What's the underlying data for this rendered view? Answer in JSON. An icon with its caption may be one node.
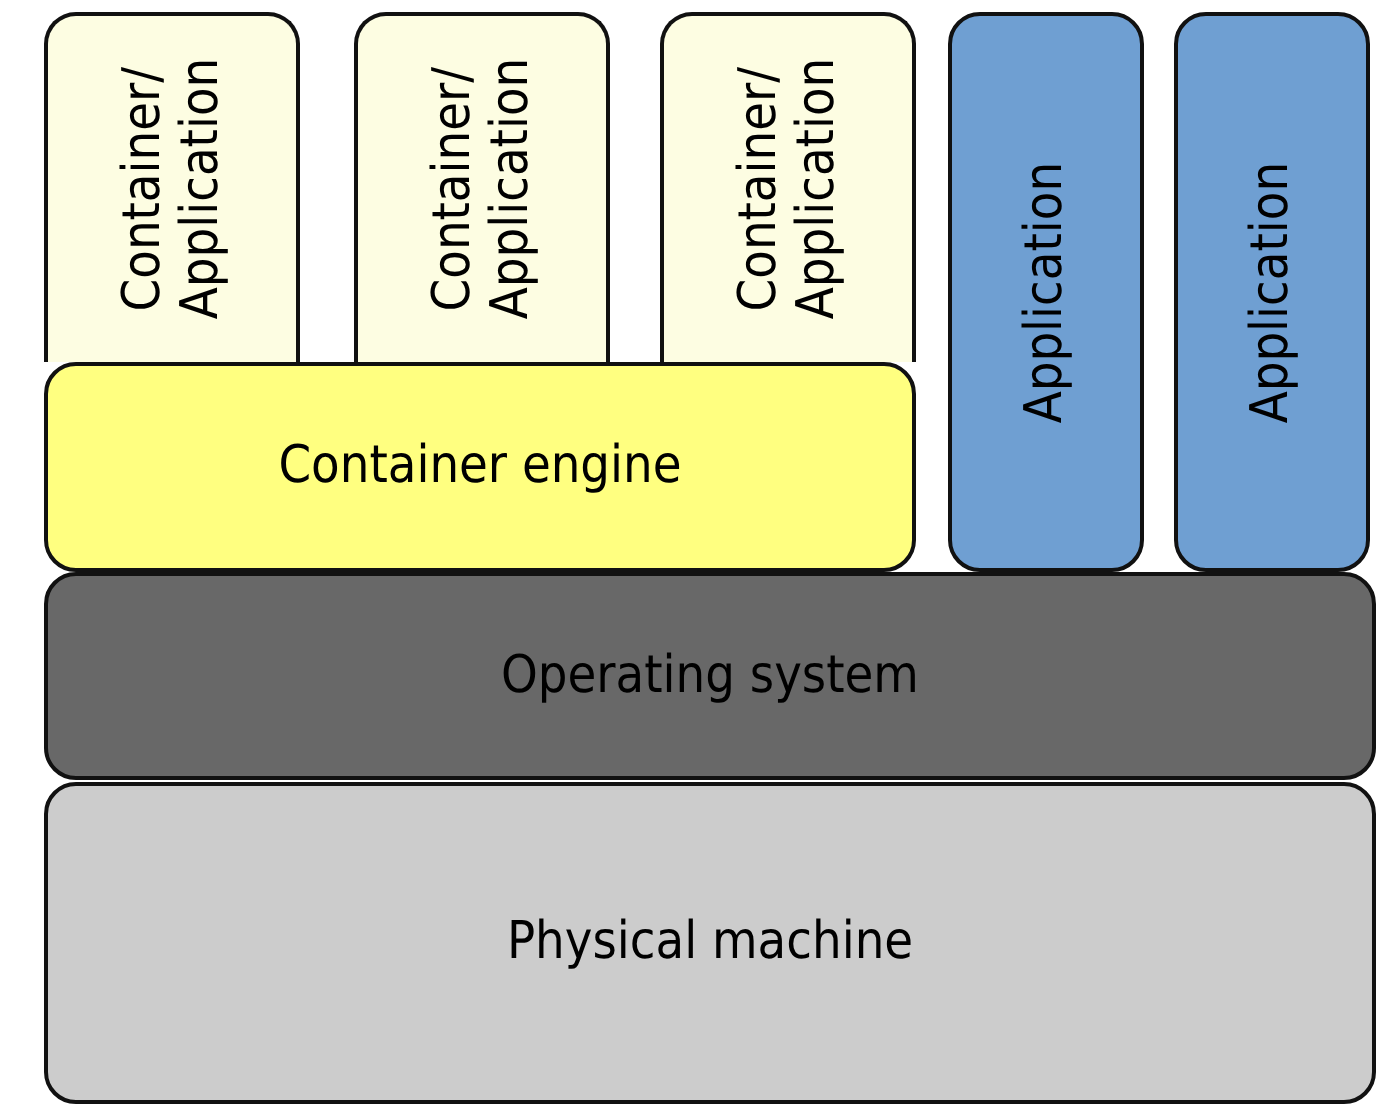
{
  "diagram": {
    "nodes": [
      {
        "text": [
          "Container/ Application"
        ]
      },
      {
        "text": [
          "Container/ Application"
        ]
      },
      {
        "text": [
          "Container/ Application"
        ]
      },
      {
        "text": [
          "Application"
        ]
      },
      {
        "text": [
          "Application"
        ]
      },
      {
        "text": [
          "Container engine"
        ]
      },
      {
        "text": [
          "Operating system"
        ]
      },
      {
        "text": [
          "Physical machine"
        ]
      }
    ]
  }
}
